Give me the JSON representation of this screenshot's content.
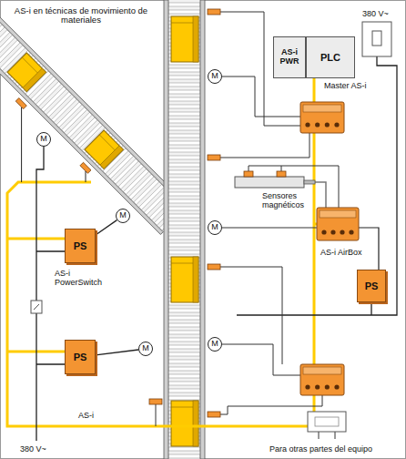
{
  "diagram": {
    "title": "AS-i en técnicas de movimiento de materiales",
    "nodes": [
      {
        "text": [
          "AS-i PWR"
        ]
      },
      {
        "text": [
          "PLC"
        ]
      },
      {
        "text": [
          "M"
        ]
      },
      {
        "text": [
          "M"
        ]
      },
      {
        "text": [
          "M"
        ]
      },
      {
        "text": [
          "M"
        ]
      },
      {
        "text": [
          "PS"
        ]
      },
      {
        "text": [
          "PS"
        ]
      },
      {
        "text": [
          "M"
        ]
      },
      {
        "text": [
          "M"
        ]
      },
      {
        "text": [
          "PS"
        ]
      }
    ],
    "edges": [
      {
        "from": 6,
        "to": 4,
        "arrow": "none"
      },
      {
        "from": 10,
        "to": 9,
        "arrow": "none"
      }
    ],
    "labels": [
      "Master AS-i",
      "380 V~",
      "Sensores magnéticos",
      "AS-i AirBox",
      "AS-i PowerSwitch",
      "AS-i",
      "380 V~",
      "Para otras partes del equipo"
    ]
  }
}
